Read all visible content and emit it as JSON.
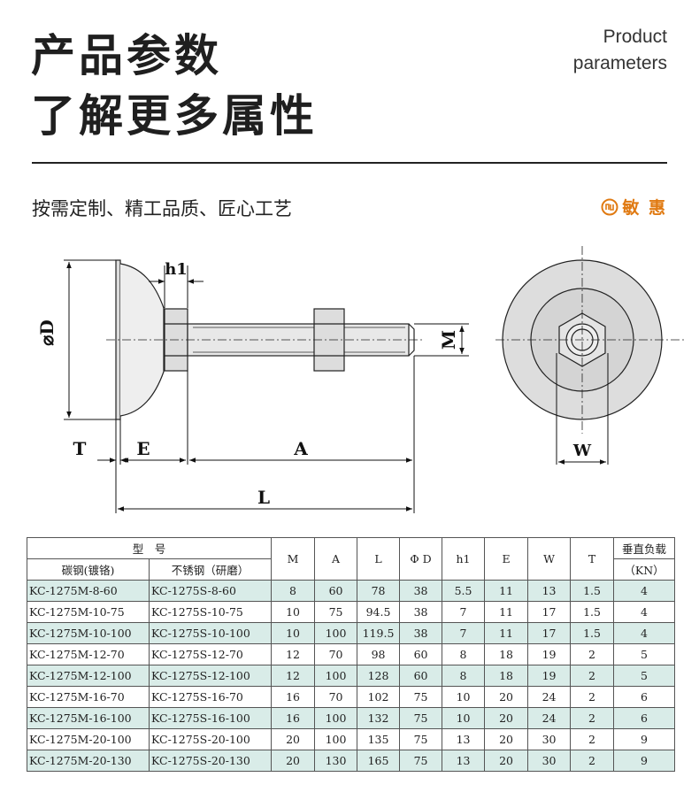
{
  "header": {
    "title_line1": "产品参数",
    "title_line2": "了解更多属性",
    "title_en_line1": "Product",
    "title_en_line2": "parameters"
  },
  "slogan": "按需定制、精工品质、匠心工艺",
  "brand": {
    "name": "敏 惠",
    "color": "#e07a12",
    "icon": "brand-logo-icon"
  },
  "drawing": {
    "labels": {
      "phiD": "⌀D",
      "h1": "h1",
      "M": "M",
      "T": "T",
      "E": "E",
      "A": "A",
      "L": "L",
      "W": "W"
    }
  },
  "table": {
    "group_header": "型　号",
    "sub_headers": [
      "碳钢(镀铬)",
      "不锈钢（研磨）"
    ],
    "columns": [
      "M",
      "A",
      "L",
      "Φ D",
      "h1",
      "E",
      "W",
      "T"
    ],
    "load_header": "垂直负载",
    "load_unit": "（KN）",
    "rows": [
      [
        "KC-1275M-8-60",
        "KC-1275S-8-60",
        "8",
        "60",
        "78",
        "38",
        "5.5",
        "11",
        "13",
        "1.5",
        "4"
      ],
      [
        "KC-1275M-10-75",
        "KC-1275S-10-75",
        "10",
        "75",
        "94.5",
        "38",
        "7",
        "11",
        "17",
        "1.5",
        "4"
      ],
      [
        "KC-1275M-10-100",
        "KC-1275S-10-100",
        "10",
        "100",
        "119.5",
        "38",
        "7",
        "11",
        "17",
        "1.5",
        "4"
      ],
      [
        "KC-1275M-12-70",
        "KC-1275S-12-70",
        "12",
        "70",
        "98",
        "60",
        "8",
        "18",
        "19",
        "2",
        "5"
      ],
      [
        "KC-1275M-12-100",
        "KC-1275S-12-100",
        "12",
        "100",
        "128",
        "60",
        "8",
        "18",
        "19",
        "2",
        "5"
      ],
      [
        "KC-1275M-16-70",
        "KC-1275S-16-70",
        "16",
        "70",
        "102",
        "75",
        "10",
        "20",
        "24",
        "2",
        "6"
      ],
      [
        "KC-1275M-16-100",
        "KC-1275S-16-100",
        "16",
        "100",
        "132",
        "75",
        "10",
        "20",
        "24",
        "2",
        "6"
      ],
      [
        "KC-1275M-20-100",
        "KC-1275S-20-100",
        "20",
        "100",
        "135",
        "75",
        "13",
        "20",
        "30",
        "2",
        "9"
      ],
      [
        "KC-1275M-20-130",
        "KC-1275S-20-130",
        "20",
        "130",
        "165",
        "75",
        "13",
        "20",
        "30",
        "2",
        "9"
      ]
    ],
    "alt_row_color": "#d9ece8"
  }
}
